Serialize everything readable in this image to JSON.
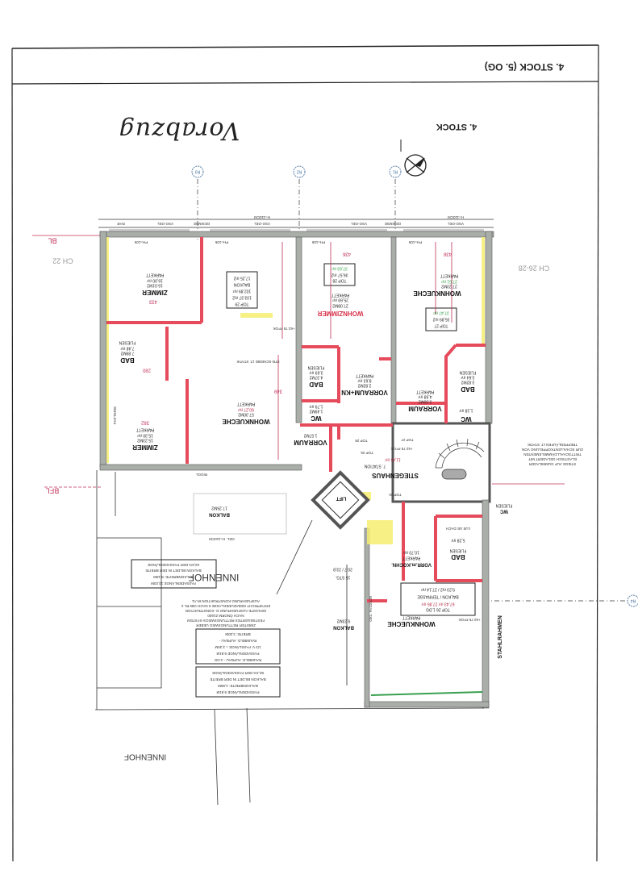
{
  "title": "4. STOCK (5. OG)",
  "subtitle": "4. STOCK",
  "handwriting": "Vorabzug",
  "grid": {
    "r1": "R1",
    "r2": "R2",
    "r3": "R3",
    "r4": "R4"
  },
  "side_labels": {
    "bl": "BL",
    "bfl": "BFL",
    "ch_left": "CH 22",
    "ch_right": "CH 26-28"
  },
  "window_labels": {
    "vsg": "VSG-GEL",
    "gesimse": "GESIMSE",
    "h110": "H=110CM",
    "rar": "RAR",
    "ph105": "PH=105"
  },
  "units": [
    {
      "top": "TOP 29",
      "a": "103.37 m2",
      "b": "102,89 m²",
      "c": "BALKON",
      "d": "17,25 m2"
    },
    {
      "top": "TOP 28",
      "a": "36,57 m2",
      "b": "37,63 m²"
    },
    {
      "top": "TOP 27",
      "a": "35,89 m2",
      "b": "37,47 m²"
    }
  ],
  "rooms": {
    "zimmer1": {
      "name": "ZIMMER",
      "m2": "16.01M2",
      "area": "16,00 m²",
      "floor": "PARKETT",
      "dim": "433"
    },
    "wohnzimmer": {
      "name": "WOHNZIMMER",
      "m2": "27.08M2",
      "area": "25,69 m²",
      "floor": "PARKETT",
      "dim": "436"
    },
    "wohnkueche_r": {
      "name": "WOHNKUECHE",
      "m2": "27.23M2",
      "area": "27,51 m²",
      "floor": "PARKETT",
      "dim": "438"
    },
    "bad1": {
      "name": "BAD",
      "m2": "7.89M2",
      "area": "7,48 m²",
      "floor": "FLIESEN",
      "dim": "280"
    },
    "wohnkueche_c": {
      "name": "WOHNKUECHE",
      "m2": "57.30M2",
      "area": "60,27 m²",
      "floor": "PARKETT",
      "dim": "349"
    },
    "zimmer2": {
      "name": "ZIMMER",
      "m2": "15.23M2",
      "area": "15,30 m²",
      "floor": "PARKETT",
      "dim": "382"
    },
    "bad2": {
      "name": "BAD",
      "m2": "4.37M2",
      "area": "3,69 m²",
      "floor": "FLIESEN"
    },
    "vorraum_kn": {
      "name": "VORRAUM+KN",
      "m2": "2.82M2",
      "area": "8,63 m²",
      "floor": "PARKETT"
    },
    "bad3": {
      "name": "BAD",
      "m2": "3.82M2",
      "area": "3,64 m²",
      "floor": "FLIESEN"
    },
    "vorraum": {
      "name": "VORRAUM",
      "m2": "3.60M2",
      "area": "4,58 m²",
      "floor": "PARKETT"
    },
    "wc1": {
      "name": "WC",
      "m2": "1.49M2",
      "area": "1,79 m²"
    },
    "wc2": {
      "name": "WC",
      "area": "1,18 m²"
    },
    "vorraum2": {
      "name": "VORRAUM",
      "m2": "1.57M2"
    },
    "stiegenhaus": {
      "name": "STIEGENHAUS",
      "station": "7. STATION",
      "area": "11,45 m²"
    },
    "lift": {
      "name": "LIFT"
    },
    "balkon": {
      "name": "BALKON",
      "m2": "17.25M2"
    },
    "innenhof": {
      "name": "INNENHOF"
    },
    "innenhof2": {
      "name": "INNENHOF"
    },
    "bad4": {
      "name": "BAD",
      "area": "5,28 m²",
      "floor": "FLIESEN",
      "note": "LUE UE DACH"
    },
    "vorr_kochn": {
      "name": "VORR.m.KOCHN.",
      "floor": "PARKETT",
      "area": "10,70 m²"
    },
    "wohnkueche_l": {
      "name": "WOHNKUECHE",
      "floor": "PARKETT"
    },
    "balkon2": {
      "name": "BALKON",
      "m2": "9.23M2"
    },
    "wc3": {
      "name": "WC",
      "floor": "FLIESEN"
    }
  },
  "top26": {
    "l1": "TOP 26 1.DG",
    "l2": "67,43 m²   27,85 m²",
    "l3": "BALKON / TERRASSE",
    "l4": "9,23 m2 /   27,14 m²"
  },
  "stairs": {
    "steps": "15 STG.",
    "ratio": "20,7 / 23,8"
  },
  "misc": {
    "stb": "STB-SCHEIBE LT. STATIK",
    "potterie": "POTTERIE",
    "stahlrahmen": "STAHLRAHMEN",
    "tops": [
      "TOP 25",
      "TOP 26",
      "TOP 27",
      "TOP 28"
    ],
    "fok": "+62.75 FFOK",
    "riegl": "RIGOL",
    "gel": "GEL. H=110CM"
  },
  "notes": {
    "stiege": [
      "STIEGE AUF GUMMILAGER",
      "ELASTISCH GELAGERT MIT",
      "TRITTSCHALLDÄMMELEMENTEN",
      "ZUR SCHALLENTKOPPELUNG VON",
      "TREPPENLÄUFEN LT. STATIK"
    ],
    "fassade1": [
      "FASSADENLÄNGE 13,03M",
      "BALKONBREITE: 8,18M",
      "BALKON BILDET IN DER BREITE",
      "62,5% DER FASSADENLÄNGE"
    ],
    "rettung": [
      "ZWEITER RETTUNGSWEG UEBER",
      "FESTSEILERTES RETTUNGSWEGS-SYSTEM",
      "NACH ÖNORM Z1600",
      "GESAMTE AUSFUEHRUNG D. KONSTRUKTION",
      "ENTSPRICHT GEBAEUDEKLASSE 5 NACH OIB-RL 2",
      "AUSFUEHRUNG KONSTRUKTION IN A1"
    ],
    "raumbild": [
      "RAUMBILD. AUFBAU - 4.OG",
      "FASSADENLÄNGE 9,91M",
      "1/3 V. FASSLÄNGE = 3,30M",
      "RAUMBILD. AUFBAU -",
      "BREITE: 3,30M"
    ],
    "fassade2": [
      "FASSADENLÄNGE 9,91M",
      "BALKONBREITE: 4,99M",
      "BALKON BILDET IN DER BREITE",
      "50,4% DER FASSADENLÄNGE"
    ]
  },
  "colors": {
    "wall": "#a9aea9",
    "partition": "#e64b5c",
    "highlight": "#f6ef70",
    "dimension": "#c03058"
  }
}
